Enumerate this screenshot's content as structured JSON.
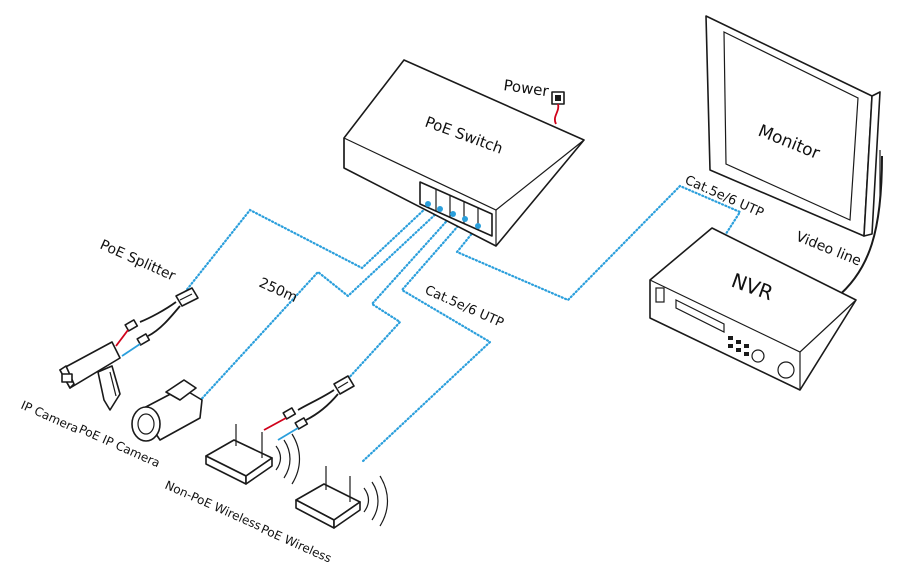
{
  "labels": {
    "power": "Power",
    "poe_switch": "PoE Switch",
    "monitor": "Monitor",
    "nvr": "NVR",
    "video_line": "Video line",
    "cat_top": "Cat.5e/6 UTP",
    "cat_mid": "Cat.5e/6 UTP",
    "distance": "250m",
    "poe_splitter": "PoE Splitter",
    "ip_camera": "IP Camera",
    "poe_ip_camera": "PoE IP Camera",
    "non_poe_wireless": "Non-PoE Wireless",
    "poe_wireless": "PoE Wireless"
  },
  "colors": {
    "cable": "#2b9fdc",
    "outline": "#1a1a1a",
    "power_wire": "#d0021b"
  }
}
